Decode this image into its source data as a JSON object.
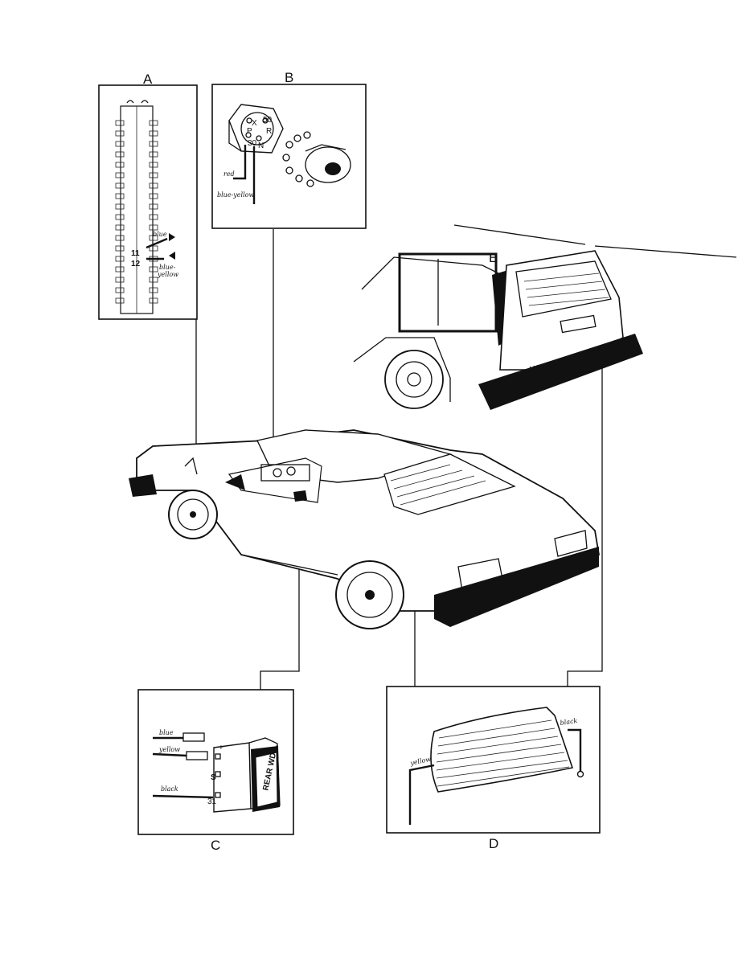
{
  "panels": {
    "a": {
      "letter": "A",
      "wire_1": "blue",
      "wire_2_line1": "blue-",
      "wire_2_line2": "yellow",
      "pin_1": "11",
      "pin_2": "12"
    },
    "b": {
      "letter": "B",
      "wire_1": "red",
      "wire_2": "blue-yellow",
      "terminals": [
        "X",
        "50",
        "R",
        "P",
        "30",
        "N"
      ]
    },
    "c": {
      "letter": "C",
      "wire_1": "blue",
      "wire_2": "yellow",
      "wire_3": "black",
      "term_plus": "+",
      "term_s": "S",
      "term_31": "31",
      "switch_text": "REAR WDO."
    },
    "d": {
      "letter": "D",
      "wire_1": "yellow",
      "wire_2": "black"
    },
    "e": {
      "letter": "E",
      "badge": "VOLVO"
    }
  }
}
